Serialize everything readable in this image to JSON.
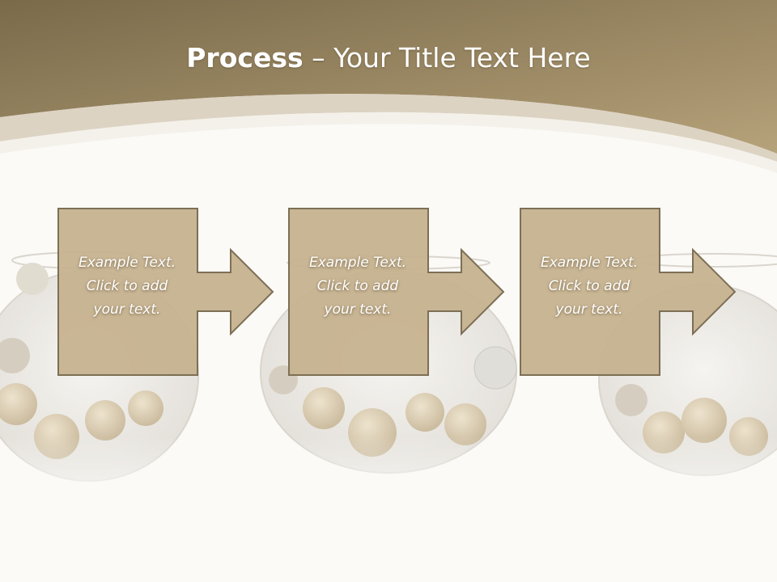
{
  "title": {
    "bold": "Process",
    "separator": " – ",
    "rest": "Your Title Text Here"
  },
  "colors": {
    "header_dark": "#7a6a4a",
    "header_light": "#b39f74",
    "box_fill": "#c6b28f",
    "box_border": "#7d6f55",
    "background": "#fbfaf7"
  },
  "steps": [
    {
      "line1": "Example Text.",
      "line2": "Click  to add",
      "line3": "your text."
    },
    {
      "line1": "Example Text.",
      "line2": "Click  to add",
      "line3": "your text."
    },
    {
      "line1": "Example Text.",
      "line2": "Click  to add",
      "line3": "your text."
    }
  ]
}
